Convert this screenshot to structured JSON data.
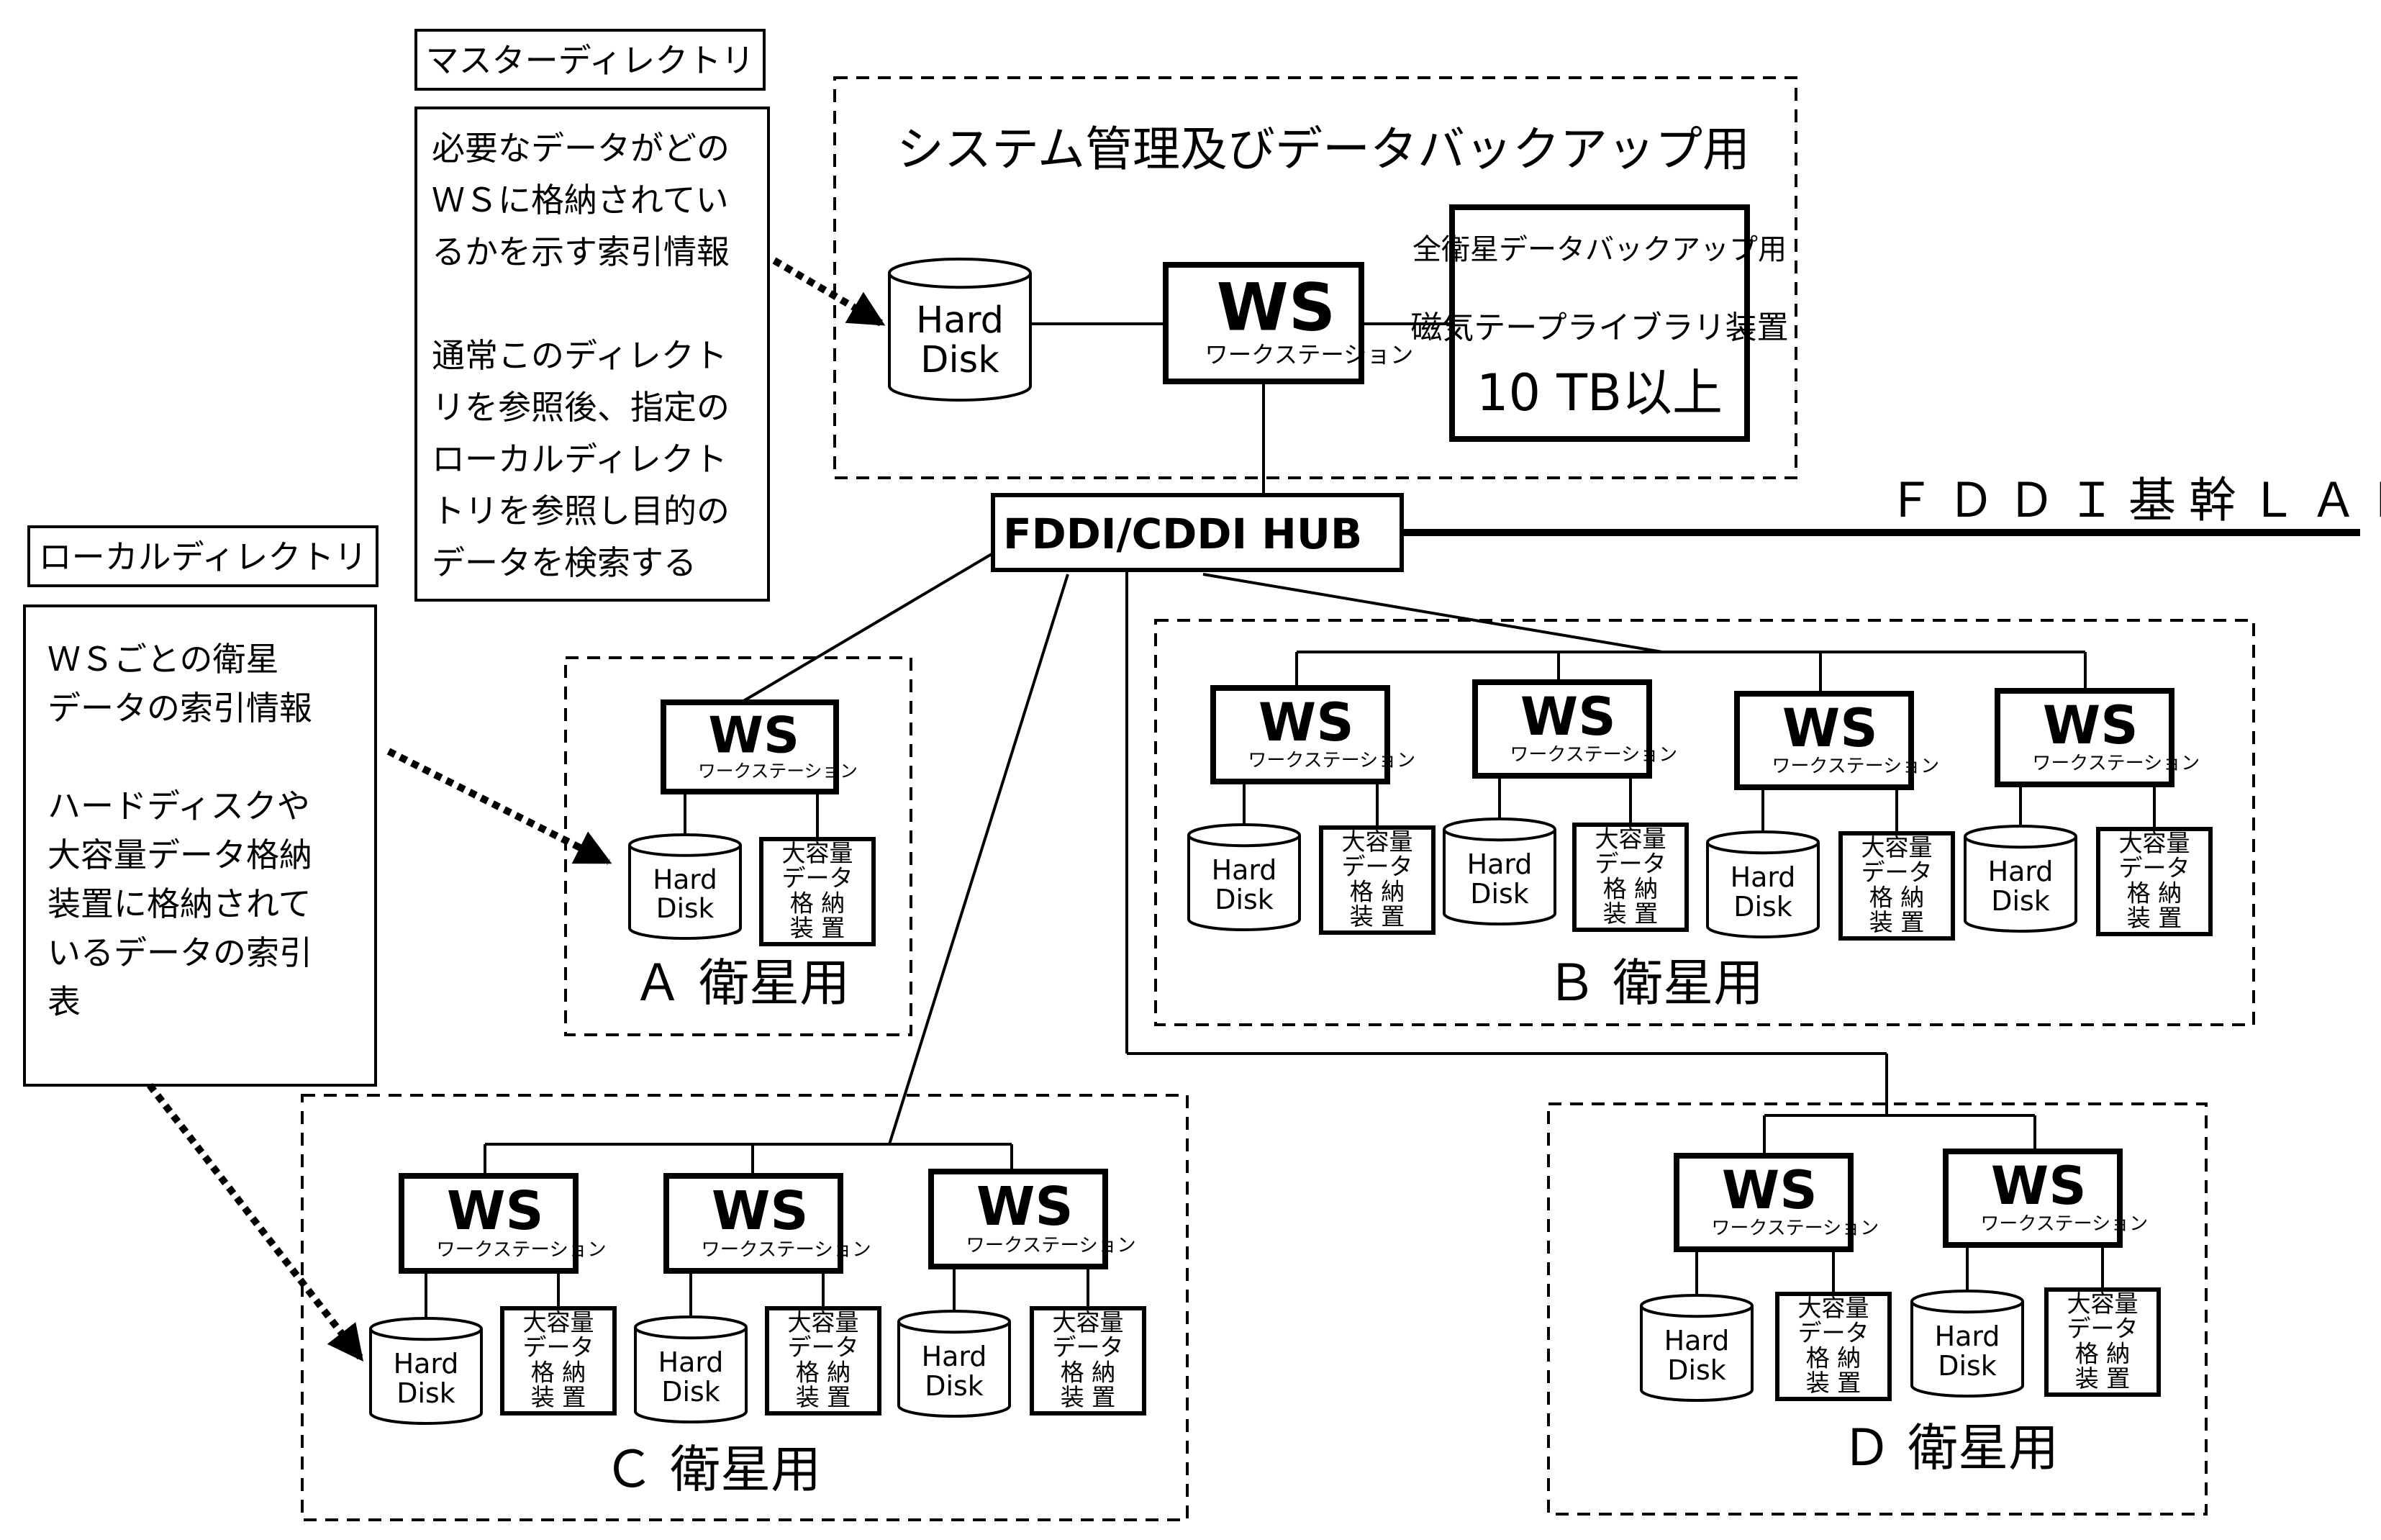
{
  "master_directory": {
    "title": "マスターディレクトリ",
    "lines": [
      "必要なデータがどの",
      "ＷＳに格納されてい",
      "るかを示す索引情報",
      "",
      "通常このディレクト",
      "リを参照後、指定の",
      "ローカルディレクト",
      "トリを参照し目的の",
      "データを検索する"
    ]
  },
  "local_directory": {
    "title": "ローカルディレクトリ",
    "lines": [
      "ＷＳごとの衛星",
      "データの索引情報",
      "",
      "ハードディスクや",
      "大容量データ格納",
      "装置に格納されて",
      "いるデータの索引",
      "表"
    ]
  },
  "system_group": {
    "title": "システム管理及びデータバックアップ用",
    "tape": {
      "lines": [
        "全衛星データバックアップ用",
        "磁気テープライブラリ装置",
        "10 TB以上"
      ]
    }
  },
  "hub": {
    "label": "FDDI/CDDI HUB"
  },
  "backbone": {
    "label": "ＦＤＤＩ基幹ＬＡＮ"
  },
  "ws": {
    "label": "WS",
    "sub": "ワークステーション"
  },
  "hard_disk": {
    "line1": "Hard",
    "line2": "Disk"
  },
  "storage": {
    "lines": [
      "大容量",
      "データ",
      "格 納",
      "装 置"
    ]
  },
  "groups": {
    "a": "Ａ 衛星用",
    "b": "Ｂ 衛星用",
    "c": "Ｃ 衛星用",
    "d": "Ｄ 衛星用"
  }
}
